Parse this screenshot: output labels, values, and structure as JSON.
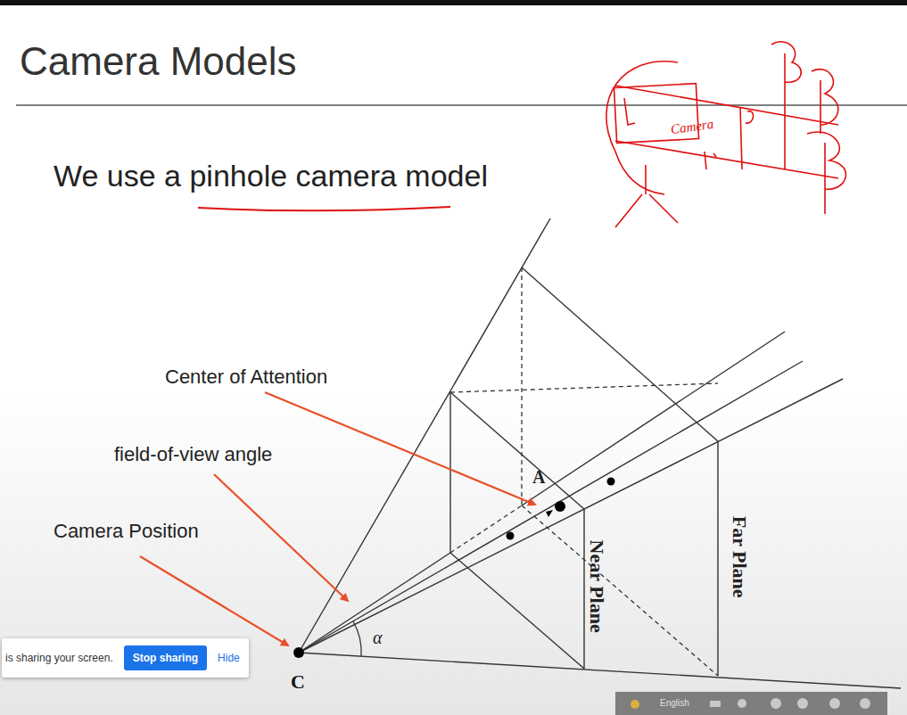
{
  "diagram": {
    "title": "Camera Models",
    "nodes": [
      {
        "text": [
          "is sharing your screen.",
          "Hide"
        ]
      },
      {
        "text": [
          "Stop sharing"
        ],
        "in": 0
      }
    ],
    "labels": [
      "We use a pinhole camera model",
      "Camera",
      "Center of Attention",
      "field-of-view angle",
      "Camera Position",
      "A",
      "Near Plane",
      "Far Plane",
      "α",
      "C",
      "English"
    ]
  }
}
